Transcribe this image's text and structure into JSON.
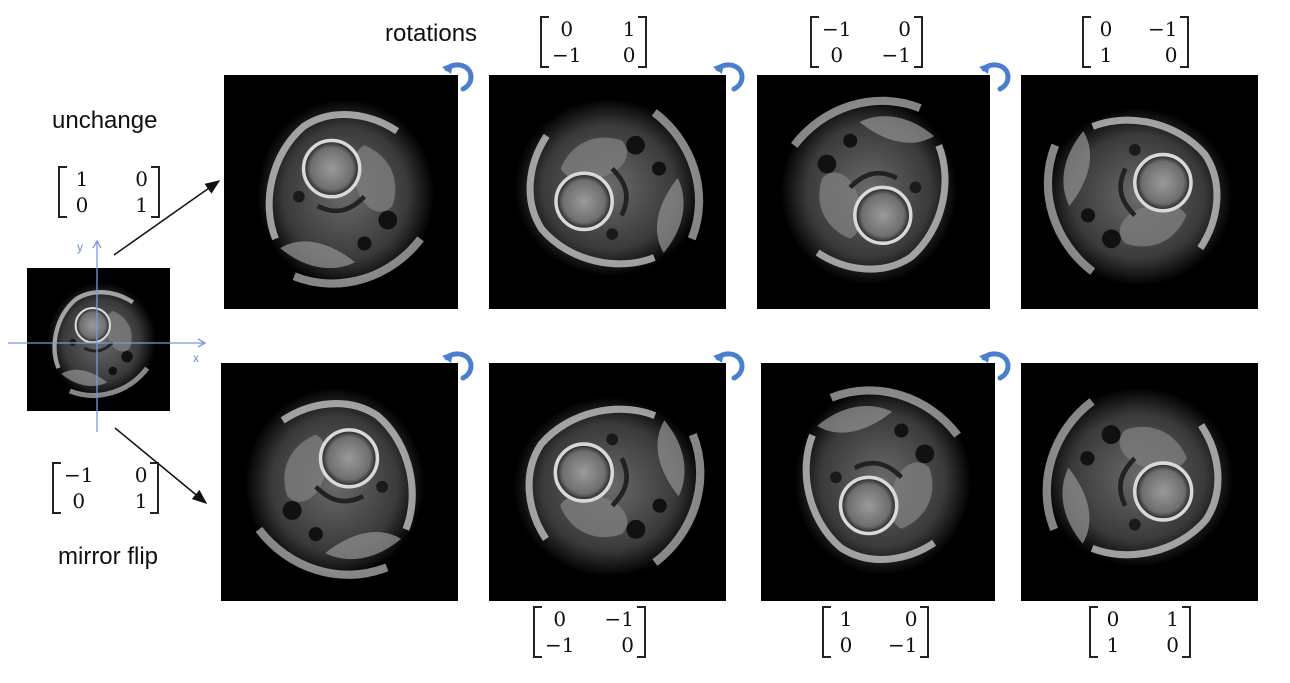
{
  "labels": {
    "rotations": "rotations",
    "unchange": "unchange",
    "mirror_flip": "mirror flip",
    "axis_x": "x",
    "axis_y": "y"
  },
  "matrices": {
    "identity": [
      [
        "1",
        "0"
      ],
      [
        "0",
        "1"
      ]
    ],
    "mirror": [
      [
        "−1",
        "0"
      ],
      [
        "0",
        "1"
      ]
    ],
    "top_rot90": [
      [
        "0",
        "1"
      ],
      [
        "−1",
        "0"
      ]
    ],
    "top_rot180": [
      [
        "−1",
        "0"
      ],
      [
        "0",
        "−1"
      ]
    ],
    "top_rot270": [
      [
        "0",
        "−1"
      ],
      [
        "1",
        "0"
      ]
    ],
    "bottom_rot90": [
      [
        "0",
        "−1"
      ],
      [
        "−1",
        "0"
      ]
    ],
    "bottom_rot180": [
      [
        "1",
        "0"
      ],
      [
        "0",
        "−1"
      ]
    ],
    "bottom_rot270": [
      [
        "0",
        "1"
      ],
      [
        "1",
        "0"
      ]
    ]
  },
  "colors": {
    "arrow_blue": "#4a7fd0",
    "axis_blue": "#7a98d8",
    "panel_background": "#000000"
  },
  "icons": {
    "rotation": "rotate-arrow-icon",
    "mapping": "diagonal-arrow-icon"
  }
}
